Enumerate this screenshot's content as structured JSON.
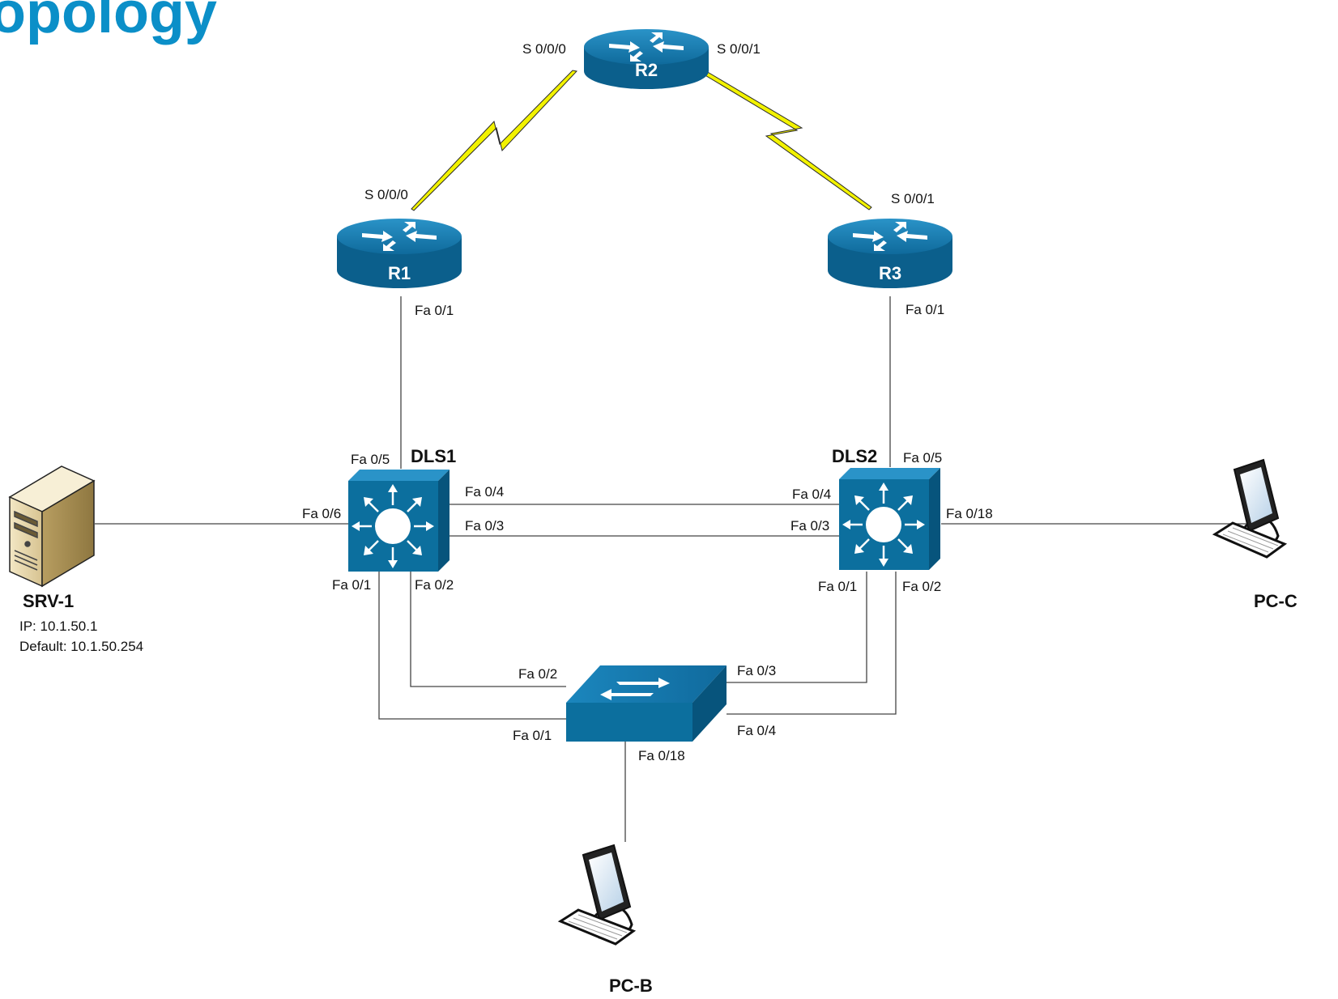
{
  "title": "opology",
  "devices": {
    "r1": {
      "label": "R1"
    },
    "r2": {
      "label": "R2"
    },
    "r3": {
      "label": "R3"
    },
    "dls1": {
      "label": "DLS1"
    },
    "dls2": {
      "label": "DLS2"
    },
    "srv1": {
      "label": "SRV-1",
      "ip": "IP: 10.1.50.1",
      "gateway": "Default: 10.1.50.254"
    },
    "pcb": {
      "label": "PC-B"
    },
    "pcc": {
      "label": "PC-C"
    }
  },
  "ports": {
    "r2_s000": "S 0/0/0",
    "r2_s001": "S 0/0/1",
    "r1_s000": "S 0/0/0",
    "r3_s001": "S 0/0/1",
    "r1_fa01": "Fa 0/1",
    "r3_fa01": "Fa 0/1",
    "dls1_fa05": "Fa 0/5",
    "dls1_fa06": "Fa 0/6",
    "dls1_fa04": "Fa 0/4",
    "dls1_fa03": "Fa 0/3",
    "dls1_fa01": "Fa 0/1",
    "dls1_fa02": "Fa 0/2",
    "dls2_fa05": "Fa 0/5",
    "dls2_fa04": "Fa 0/4",
    "dls2_fa03": "Fa 0/3",
    "dls2_fa18": "Fa 0/18",
    "dls2_fa01": "Fa 0/1",
    "dls2_fa02": "Fa 0/2",
    "als_fa02": "Fa 0/2",
    "als_fa01": "Fa 0/1",
    "als_fa03": "Fa 0/3",
    "als_fa04": "Fa 0/4",
    "als_fa18": "Fa 0/18"
  },
  "colors": {
    "title": "#0b8fc8",
    "cisco_blue": "#0c6f9e",
    "serial_link": "#f2f200"
  }
}
